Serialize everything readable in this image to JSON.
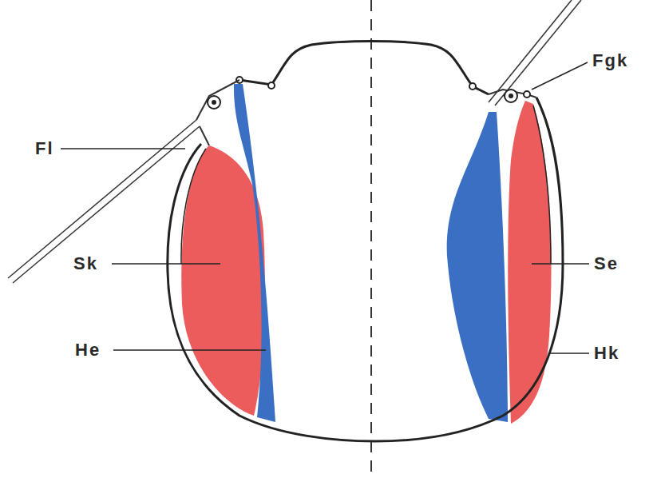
{
  "diagram": {
    "labels": [
      "Fl",
      "Fgk",
      "Sk",
      "Se",
      "He",
      "Hk"
    ]
  }
}
